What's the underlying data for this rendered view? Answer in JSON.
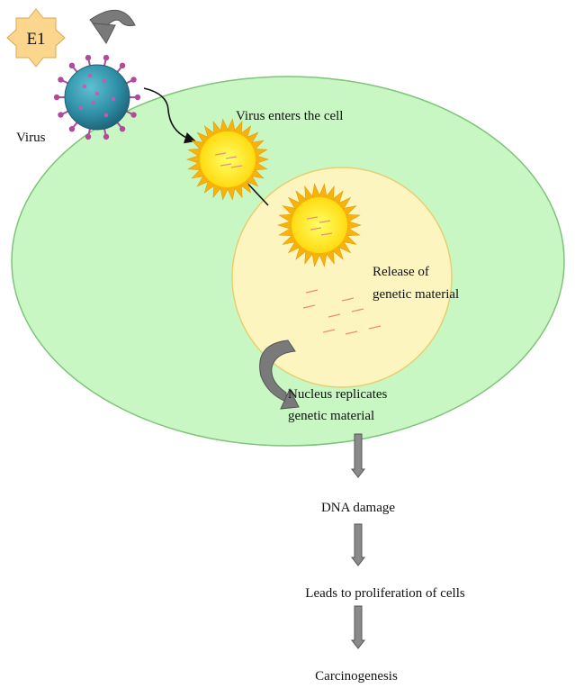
{
  "labels": {
    "e1": "E1",
    "virus": "Virus",
    "virus_enters": "Virus enters the cell",
    "release_line1": "Release of",
    "release_line2": "genetic material",
    "nucleus_line1": "Nucleus replicates",
    "nucleus_line2": "genetic material",
    "dna_damage": "DNA damage",
    "proliferation": "Leads to proliferation of cells",
    "carcinogenesis": "Carcinogenesis"
  },
  "icons": {
    "e1_badge": "star-badge",
    "virus": "coronavirus-icon",
    "viral_particle": "sun-burst-icon",
    "curved_arrow": "curved-arrow-icon",
    "down_arrow": "down-arrow-icon"
  },
  "colors": {
    "cell_fill": "#c9f7c4",
    "cell_stroke": "#7fc37a",
    "nucleus_fill": "#fdf5c0",
    "nucleus_stroke": "#e6cf72",
    "star_fill": "#fbd68c",
    "star_stroke": "#d9a94f",
    "particle_core": "#fff200",
    "particle_rays": "#f7b30a",
    "virus_body": "#2f8fa6",
    "virus_spikes": "#b04a9a",
    "arrow_gray": "#7a7a7a"
  }
}
